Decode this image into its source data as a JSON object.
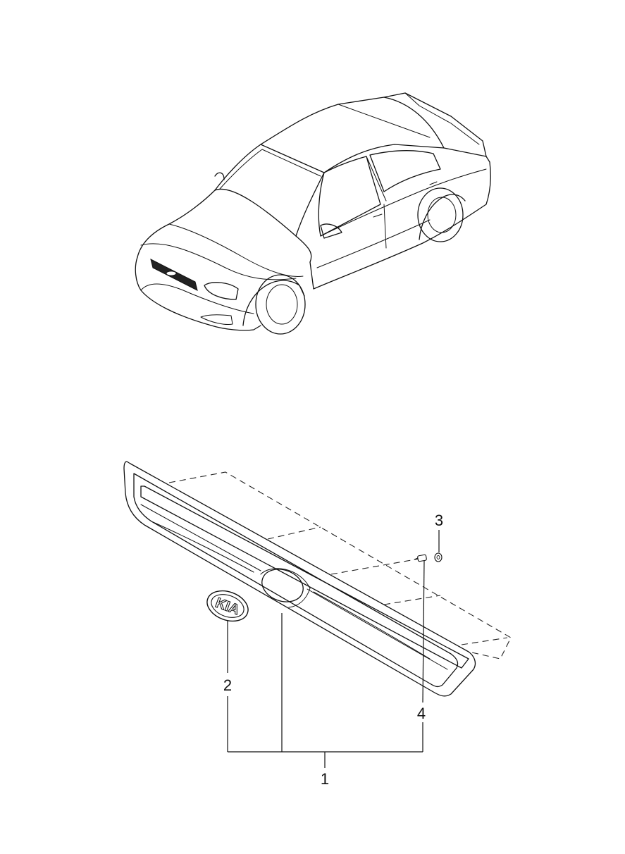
{
  "diagram": {
    "emblem_text": "KIA",
    "callouts": [
      {
        "id": "1",
        "label": "1"
      },
      {
        "id": "2",
        "label": "2"
      },
      {
        "id": "3",
        "label": "3"
      },
      {
        "id": "4",
        "label": "4"
      }
    ]
  }
}
